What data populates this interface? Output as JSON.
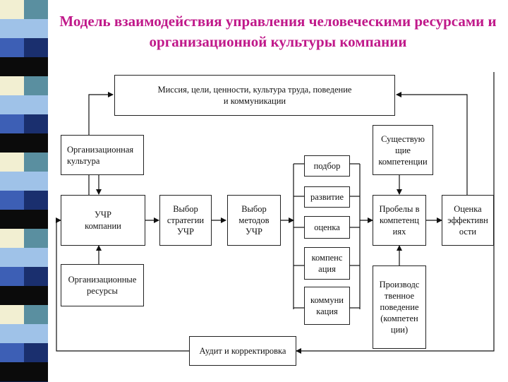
{
  "title": "Модель взаимодействия управления человеческими ресурсами и организационной культуры компании",
  "colors": {
    "title": "#c0198a",
    "stripe_dark": "#1a2f6e",
    "stripe_mid": "#3d5fb5",
    "stripe_light": "#9fc2e8",
    "stripe_cream": "#f2efd2",
    "stripe_black": "#0b0b0b",
    "stripe_teal": "#5a8fa0"
  },
  "boxes": {
    "mission": "Миссия, цели, ценности, культура труда, поведение\nи коммуникации",
    "org_culture": "Организационная\nкультура",
    "uchr": "УЧР\nкомпании",
    "org_resources": "Организационные\nресурсы",
    "strategy": "Выбор\nстратегии\nУЧР",
    "methods": "Выбор\nметодов\nУЧР",
    "selection": "подбор",
    "development": "развитие",
    "assessment": "оценка",
    "compensation": "компенс\nация",
    "communication": "коммуни\nкация",
    "existing_comp": "Существую\nщие\nкомпетенции",
    "gap": "Пробелы в\nкомпетенц\nиях",
    "production": "Производс\nтвенное\nповедение\n(компетен\nции)",
    "efficiency": "Оценка\nэффективн\nости",
    "audit": "Аудит и корректировка"
  }
}
